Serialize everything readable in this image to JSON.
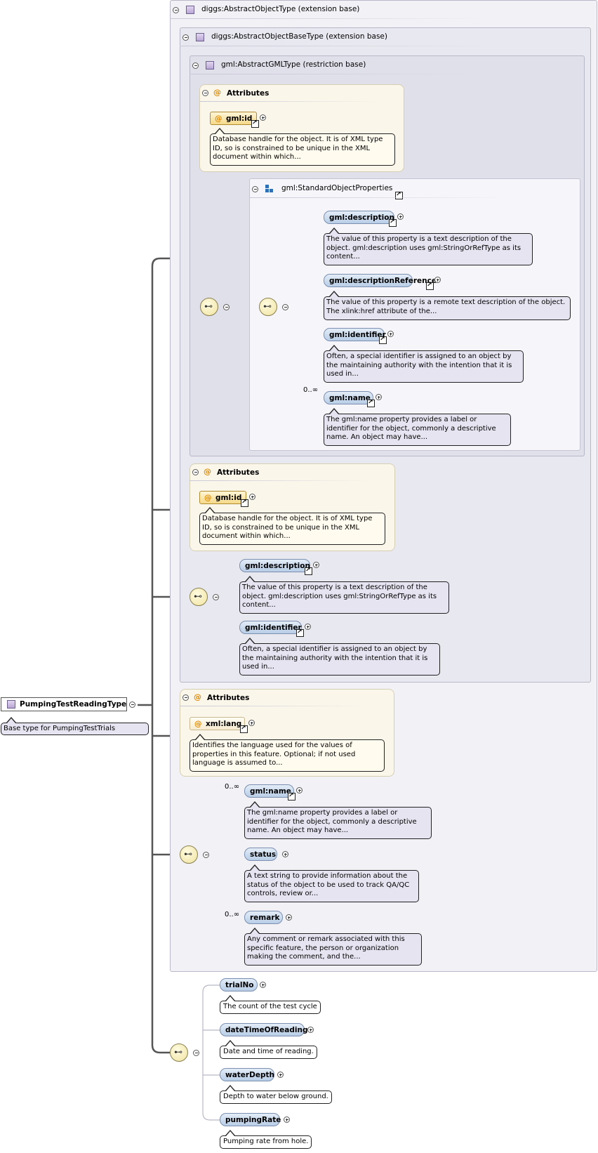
{
  "root": {
    "name": "PumpingTestReadingType",
    "doc": "Base type for PumpingTestTrials"
  },
  "ext1": {
    "title": "diggs:AbstractObjectType (extension base)"
  },
  "ext2": {
    "title": "diggs:AbstractObjectBaseType (extension base)"
  },
  "ext3": {
    "title": "gml:AbstractGMLType (restriction base)"
  },
  "attrs_gml": {
    "title": "Attributes",
    "attr": "gml:id",
    "doc": "Database handle for the object. It is of XML type ID, so is constrained to be unique in the XML document within which..."
  },
  "std_props": {
    "title": "gml:StandardObjectProperties",
    "items": [
      {
        "name": "gml:description",
        "doc": "The value of this property is a text description of the object. gml:description uses gml:StringOrRefType as its content..."
      },
      {
        "name": "gml:descriptionReference",
        "doc": "The value of this property is a remote text description of the object. The xlink:href attribute of the..."
      },
      {
        "name": "gml:identifier",
        "doc": "Often, a special identifier is assigned to an object by the maintaining authority with the intention that it is used in..."
      },
      {
        "name": "gml:name",
        "card": "0..∞",
        "doc": "The gml:name property provides a label or identifier for the object, commonly a descriptive name. An object may have..."
      }
    ]
  },
  "attrs_base": {
    "title": "Attributes",
    "attr": "gml:id",
    "doc": "Database handle for the object. It is of XML type ID, so is constrained to be unique in the XML document within which..."
  },
  "base_seq": [
    {
      "name": "gml:description",
      "doc": "The value of this property is a text description of the object. gml:description uses gml:StringOrRefType as its content..."
    },
    {
      "name": "gml:identifier",
      "doc": "Often, a special identifier is assigned to an object by the maintaining authority with the intention that it is used in..."
    }
  ],
  "attrs_obj": {
    "title": "Attributes",
    "attr": "xml:lang",
    "doc": "Identifies the language used for the values of properties in this feature. Optional; if not used language is assumed to..."
  },
  "obj_seq": [
    {
      "name": "gml:name",
      "card": "0..∞",
      "doc": "The gml:name property provides a label or identifier for the object, commonly a descriptive name. An object may have..."
    },
    {
      "name": "status",
      "doc": "A text string to provide information about the status of the object to be used to track QA/QC controls, review or..."
    },
    {
      "name": "remark",
      "card": "0..∞",
      "doc": "Any comment or remark associated with this specific feature, the person or organization making the comment, and the..."
    }
  ],
  "trial_seq": [
    {
      "name": "trialNo",
      "doc": "The count of the test cycle"
    },
    {
      "name": "dateTimeOfReading",
      "doc": "Date and time of reading."
    },
    {
      "name": "waterDepth",
      "doc": "Depth to water below ground."
    },
    {
      "name": "pumpingRate",
      "doc": "Pumping rate from hole."
    }
  ]
}
